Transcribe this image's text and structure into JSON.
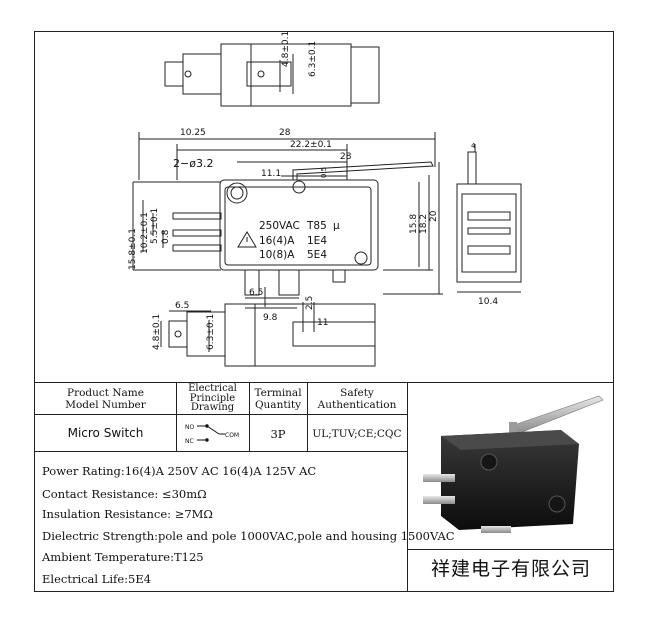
{
  "drawing": {
    "dims": {
      "top_w": "4.8±0.1",
      "top_h": "6.3±0.1",
      "overall": "28",
      "left_offset": "10.25",
      "body_len": "22.2±0.1",
      "lever": "28",
      "hole": "2−ø3.2",
      "mid": "11.1",
      "gap": "0.5",
      "pin_a": "15.8±0.1",
      "pin_b": "10.2±0.1",
      "pin_c": "5.5±0.1",
      "pin_d": "0.8",
      "height1": "15.8",
      "height2": "18.2",
      "height3": "20",
      "side_w": "10.4",
      "bot1": "6.5",
      "bot2": "2.5",
      "bot3": "9.8",
      "bot4": "11",
      "btm_w": "6.5",
      "btm_h1": "4.8±0.1",
      "btm_h2": "6.3±0.1",
      "side_top": "4"
    },
    "marking": {
      "line1a": "250VAC",
      "line1b": "T85",
      "line1c": "μ",
      "line2a": "16(4)A",
      "line2b": "1E4",
      "line3a": "10(8)A",
      "line3b": "5E4"
    }
  },
  "table": {
    "headers": {
      "product": "Product Name\nModel Number",
      "electrical": "Electrical\nPrinciple\nDrawing",
      "terminal": "Terminal\nQuantity",
      "safety": "Safety\nAuthentication"
    },
    "row": {
      "product": "Micro Switch",
      "no_label": "NO",
      "nc_label": "NC",
      "com_label": "COM",
      "terminal": "3P",
      "safety": "UL;TUV;CE;CQC"
    }
  },
  "specs": [
    "Power Rating:16(4)A 250V AC  16(4)A 125V AC",
    "Contact Resistance: ≤30mΩ",
    "Insulation Resistance: ≥7MΩ",
    "Dielectric Strength:pole and pole 1000VAC,pole and housing 1500VAC",
    "Ambient Temperature:T125",
    "Electrical Life:5E4"
  ],
  "company": "祥建电子有限公司"
}
